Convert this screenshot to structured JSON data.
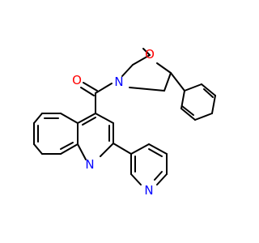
{
  "molecule": {
    "atoms": {
      "o_carbonyl": "O",
      "n_morpholine": "N",
      "o_morpholine": "O",
      "n_quinoline": "N",
      "n_pyridine": "N"
    },
    "colors": {
      "bond": "#000000",
      "oxygen": "#ff0000",
      "nitrogen": "#0000ff",
      "background": "#ffffff"
    }
  }
}
